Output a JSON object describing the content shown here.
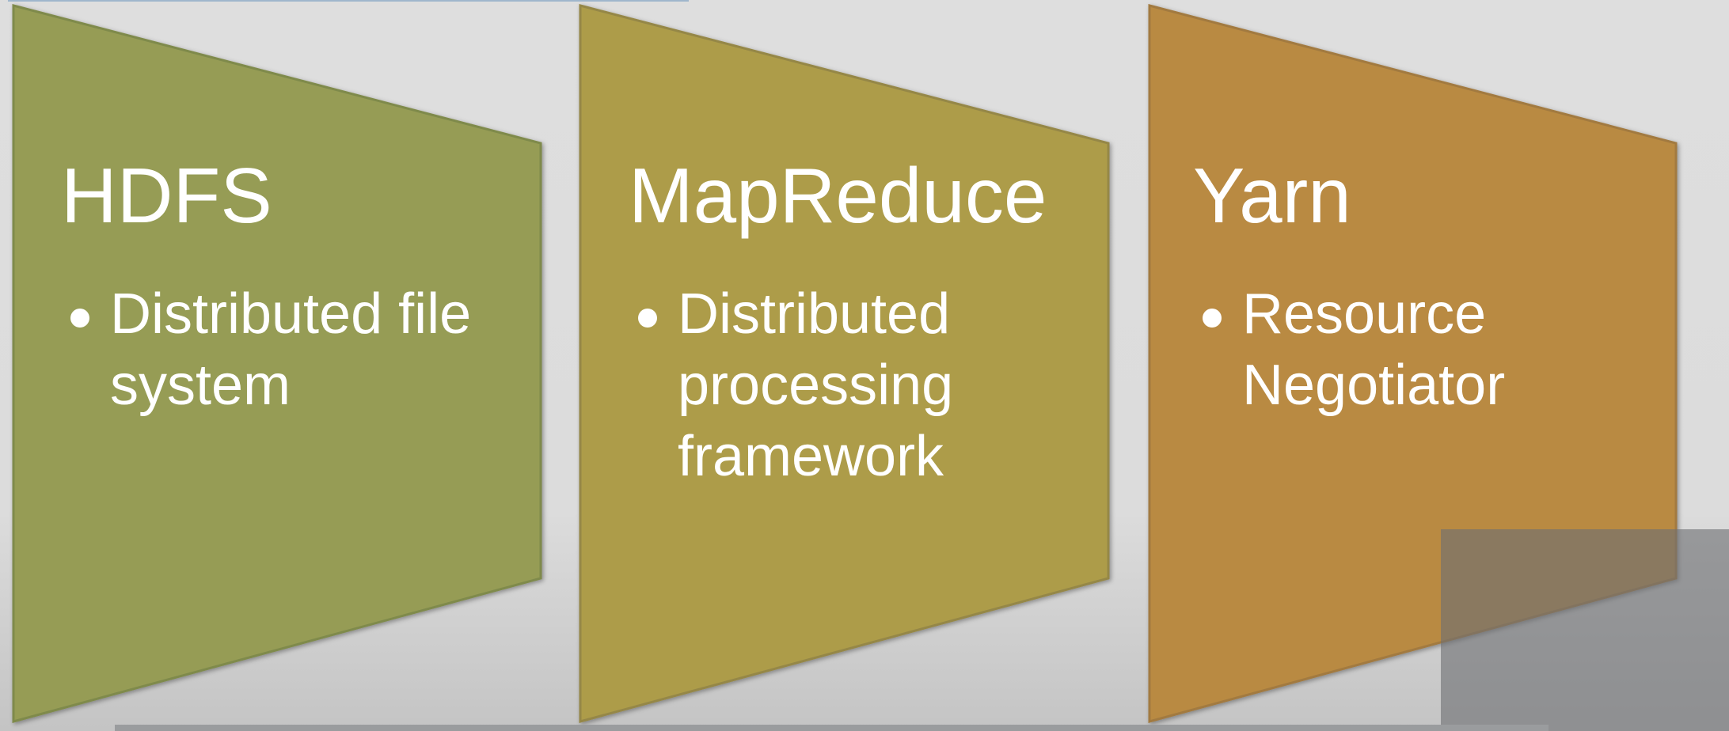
{
  "stages": [
    {
      "title": "HDFS",
      "bullet": "Distributed file system",
      "color": "#969c55"
    },
    {
      "title": "MapReduce",
      "bullet": "Distributed processing framework",
      "color": "#ad9c4a"
    },
    {
      "title": "Yarn",
      "bullet": "Resource Negotiator",
      "color": "#b98a42"
    }
  ]
}
